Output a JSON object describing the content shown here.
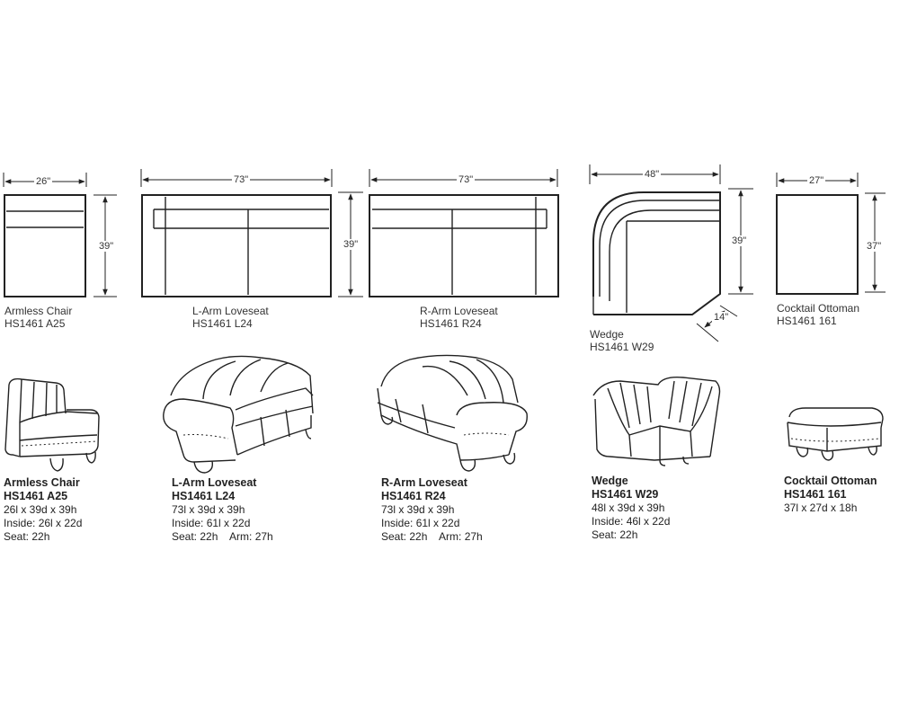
{
  "pieces": [
    {
      "key": "armless-chair",
      "plan_name": "Armless Chair",
      "plan_code": "HS1461  A25",
      "width_dim": "26\"",
      "depth_dim": "39\"",
      "name": "Armless Chair",
      "code": "HS1461 A25",
      "specs": [
        "26l x 39d x 39h",
        "Inside: 26l x 22d",
        "Seat: 22h"
      ]
    },
    {
      "key": "l-arm-loveseat",
      "plan_name": "L-Arm Loveseat",
      "plan_code": "HS1461 L24",
      "width_dim": "73\"",
      "depth_dim": "39\"",
      "name": "L-Arm Loveseat",
      "code": "HS1461 L24",
      "specs": [
        "73l x 39d x 39h",
        "Inside: 61l x 22d",
        "Seat: 22h    Arm: 27h"
      ]
    },
    {
      "key": "r-arm-loveseat",
      "plan_name": "R-Arm Loveseat",
      "plan_code": "HS1461 R24",
      "width_dim": "73\"",
      "depth_dim": "",
      "name": "R-Arm Loveseat",
      "code": "HS1461 R24",
      "specs": [
        "73l x 39d x 39h",
        "Inside: 61l x 22d",
        "Seat: 22h    Arm: 27h"
      ]
    },
    {
      "key": "wedge",
      "plan_name": "Wedge",
      "plan_code": "HS1461  W29",
      "width_dim": "48\"",
      "depth_dim": "39\"",
      "corner_dim": "14\"",
      "name": "Wedge",
      "code": "HS1461 W29",
      "specs": [
        "48l x 39d x 39h",
        "Inside: 46l x 22d",
        "Seat: 22h"
      ]
    },
    {
      "key": "cocktail-ottoman",
      "plan_name": "Cocktail Ottoman",
      "plan_code": "HS1461  161",
      "width_dim": "27\"",
      "depth_dim": "37\"",
      "name": "Cocktail Ottoman",
      "code": "HS1461 161",
      "specs": [
        "37l x 27d x 18h"
      ]
    }
  ]
}
